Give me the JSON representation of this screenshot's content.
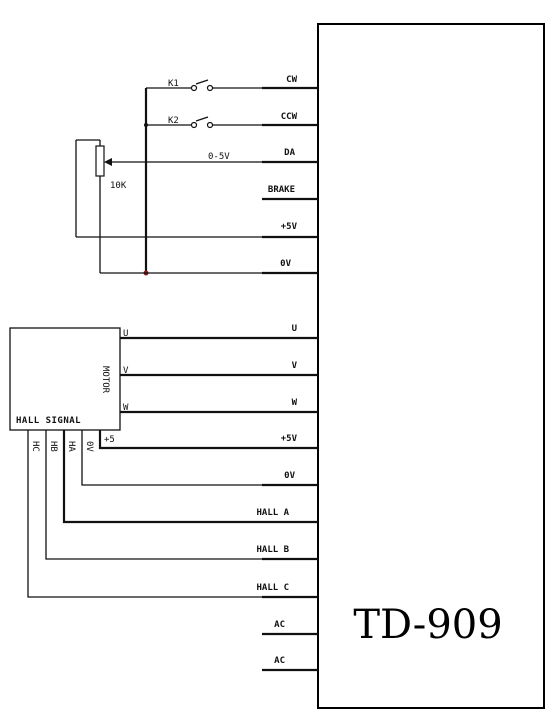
{
  "controller": {
    "model": "TD-909",
    "pins": [
      "CW",
      "CCW",
      "DA",
      "BRAKE",
      "+5V",
      "0V",
      "U",
      "V",
      "W",
      "+5V",
      "0V",
      "HALL A",
      "HALL B",
      "HALL C",
      "AC",
      "AC"
    ]
  },
  "switches": {
    "k1": "K1",
    "k2": "K2"
  },
  "potentiometer": {
    "label": "10K",
    "range_label": "0-5V"
  },
  "motor": {
    "label": "MOTOR",
    "hall_signal": "HALL SIGNAL",
    "phase_labels": [
      "U",
      "V",
      "W"
    ],
    "power_label": "+5",
    "hall_pin_labels": [
      "HC",
      "HB",
      "HA",
      "0V"
    ]
  }
}
